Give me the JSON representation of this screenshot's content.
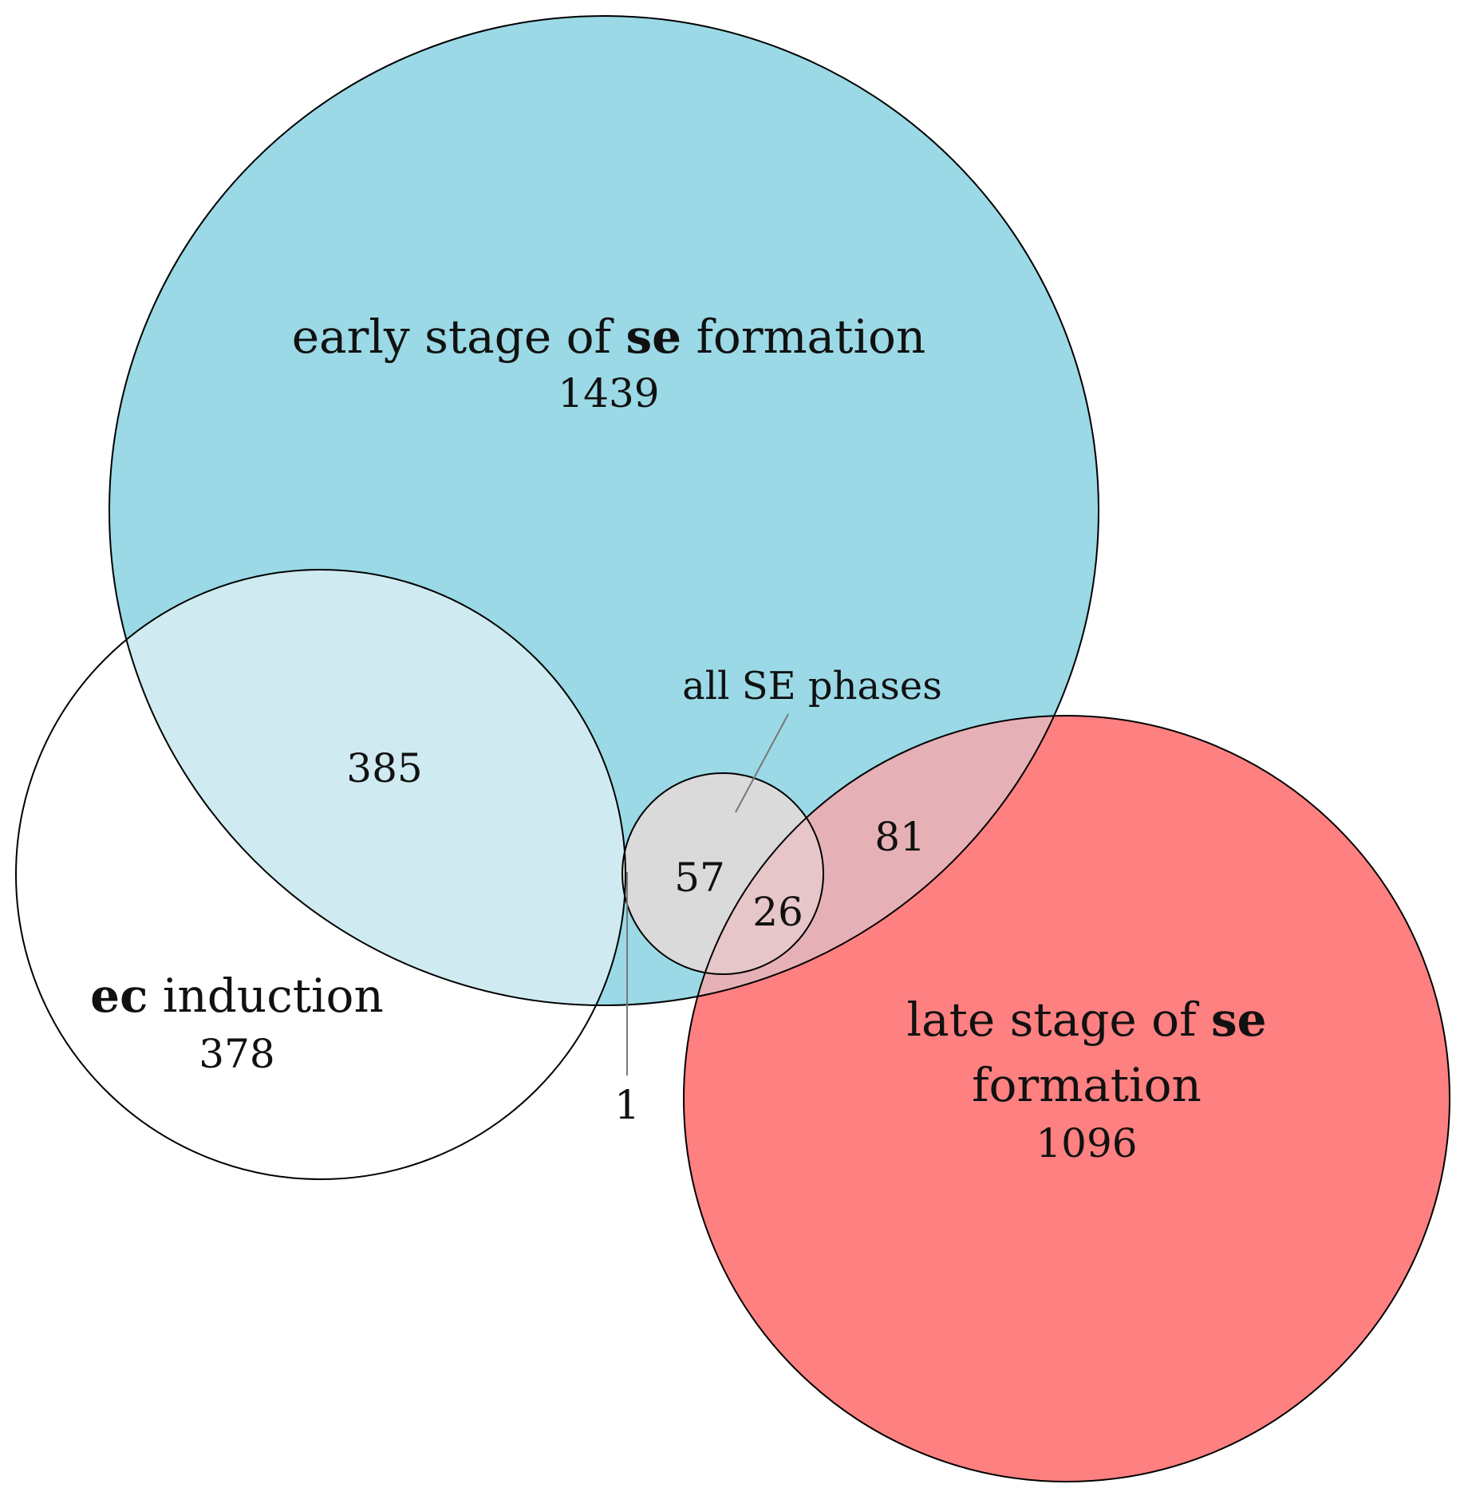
{
  "diagram": {
    "sets": {
      "early": {
        "label_pre": "early stage of ",
        "label_bold": "se",
        "label_post": " formation",
        "count": "1439",
        "color": "#9ad9e5"
      },
      "ec": {
        "label_bold": "ec",
        "label_post": " induction",
        "count": "378",
        "color": "#ffffff"
      },
      "late": {
        "label_pre": "late stage of ",
        "label_bold": "se",
        "label_line2": "formation",
        "count": "1096",
        "color": "#ff8080"
      },
      "all": {
        "label": "all SE phases",
        "color": "#dadada"
      }
    },
    "intersections": {
      "early_ec": {
        "count": "385",
        "color": "#cfebf1"
      },
      "early_late": {
        "count": "81",
        "color": "#e6b1b6"
      },
      "all_early": {
        "count": "57"
      },
      "all_late": {
        "count": "26",
        "color": "#e6c6c8"
      },
      "ec_all": {
        "count": "1"
      }
    },
    "colors": {
      "stroke": "#000000",
      "leader": "#777777"
    }
  }
}
